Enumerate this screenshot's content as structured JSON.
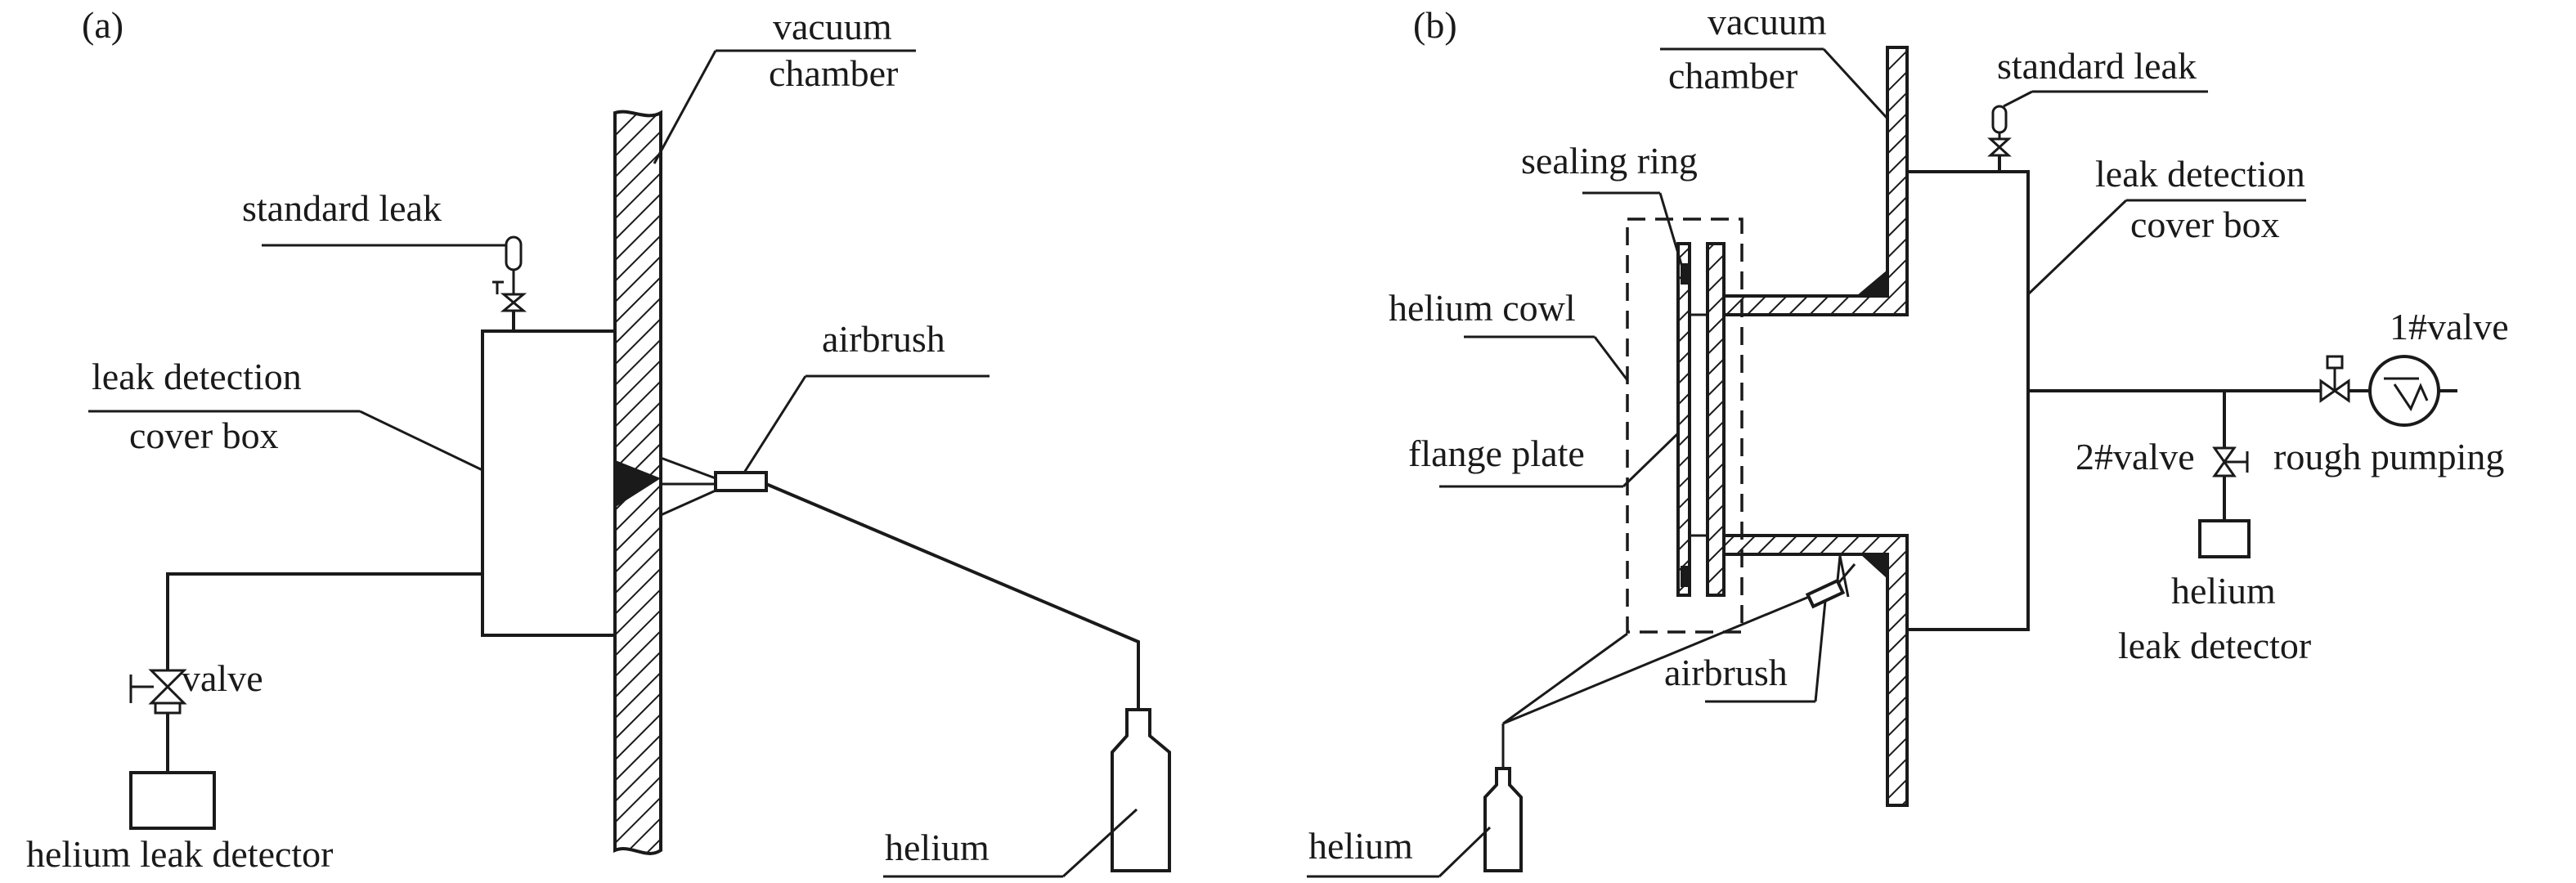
{
  "panel_a": {
    "tag": "(a)",
    "vacuum_chamber_1": "vacuum",
    "vacuum_chamber_2": "chamber",
    "standard_leak": "standard leak",
    "cover_box_1": "leak detection",
    "cover_box_2": "cover box",
    "airbrush": "airbrush",
    "valve": "valve",
    "detector": "helium leak detector",
    "helium": "helium"
  },
  "panel_b": {
    "tag": "(b)",
    "vacuum_chamber_1": "vacuum",
    "vacuum_chamber_2": "chamber",
    "standard_leak": "standard leak",
    "sealing_ring": "sealing ring",
    "cover_box_1": "leak detection",
    "cover_box_2": "cover box",
    "helium_cowl": "helium cowl",
    "flange_plate": "flange plate",
    "valve1": "1#valve",
    "valve2": "2#valve",
    "rough_pumping": "rough pumping",
    "detector_1": "helium",
    "detector_2": "leak detector",
    "airbrush": "airbrush",
    "helium": "helium"
  }
}
